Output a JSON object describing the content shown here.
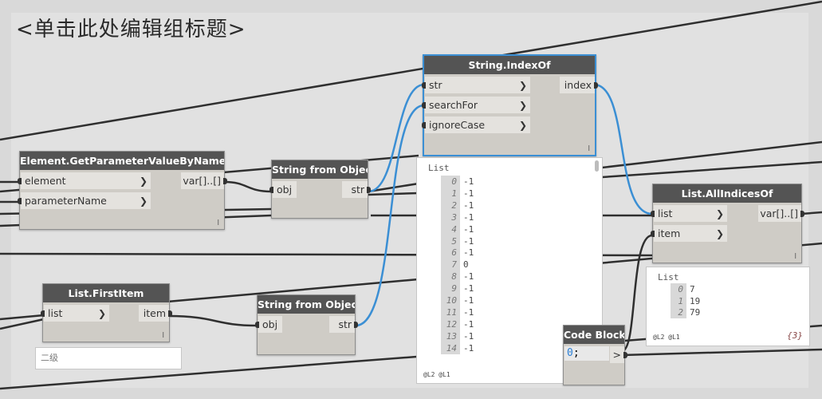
{
  "group": {
    "title": "<单击此处编辑组标题>"
  },
  "nodes": {
    "getparam": {
      "title": "Element.GetParameterValueByName",
      "inputs": [
        "element",
        "parameterName"
      ],
      "output": "var[]..[]",
      "lacing": "l"
    },
    "sfo1": {
      "title": "String from Object",
      "input": "obj",
      "output": "str"
    },
    "indexof": {
      "title": "String.IndexOf",
      "inputs": [
        "str",
        "searchFor",
        "ignoreCase"
      ],
      "output": "index",
      "lacing": "l"
    },
    "allindices": {
      "title": "List.AllIndicesOf",
      "inputs": [
        "list",
        "item"
      ],
      "output": "var[]..[]",
      "lacing": "l"
    },
    "firstitem": {
      "title": "List.FirstItem",
      "input": "list",
      "output": "item",
      "lacing": "l"
    },
    "sfo2": {
      "title": "String from Object",
      "input": "obj",
      "output": "str"
    },
    "codeblock": {
      "title": "Code Block",
      "code_num": "0",
      "code_rest": ";",
      "output": ">"
    }
  },
  "previews": {
    "indexof": {
      "label": "List",
      "rows": [
        {
          "i": "0",
          "v": "-1"
        },
        {
          "i": "1",
          "v": "-1"
        },
        {
          "i": "2",
          "v": "-1"
        },
        {
          "i": "3",
          "v": "-1"
        },
        {
          "i": "4",
          "v": "-1"
        },
        {
          "i": "5",
          "v": "-1"
        },
        {
          "i": "6",
          "v": "-1"
        },
        {
          "i": "7",
          "v": "0"
        },
        {
          "i": "8",
          "v": "-1"
        },
        {
          "i": "9",
          "v": "-1"
        },
        {
          "i": "10",
          "v": "-1"
        },
        {
          "i": "11",
          "v": "-1"
        },
        {
          "i": "12",
          "v": "-1"
        },
        {
          "i": "13",
          "v": "-1"
        },
        {
          "i": "14",
          "v": "-1"
        }
      ],
      "footer": "@L2 @L1"
    },
    "allindices": {
      "label": "List",
      "rows": [
        {
          "i": "0",
          "v": "7"
        },
        {
          "i": "1",
          "v": "19"
        },
        {
          "i": "2",
          "v": "79"
        }
      ],
      "footer": "@L2 @L1",
      "count": "{3}"
    }
  },
  "note": {
    "text": "二级"
  },
  "colors": {
    "wire": "#2f2f2f",
    "selected_wire": "#3b8fd4",
    "node_header": "#545454",
    "selection": "#3b8fd4"
  }
}
